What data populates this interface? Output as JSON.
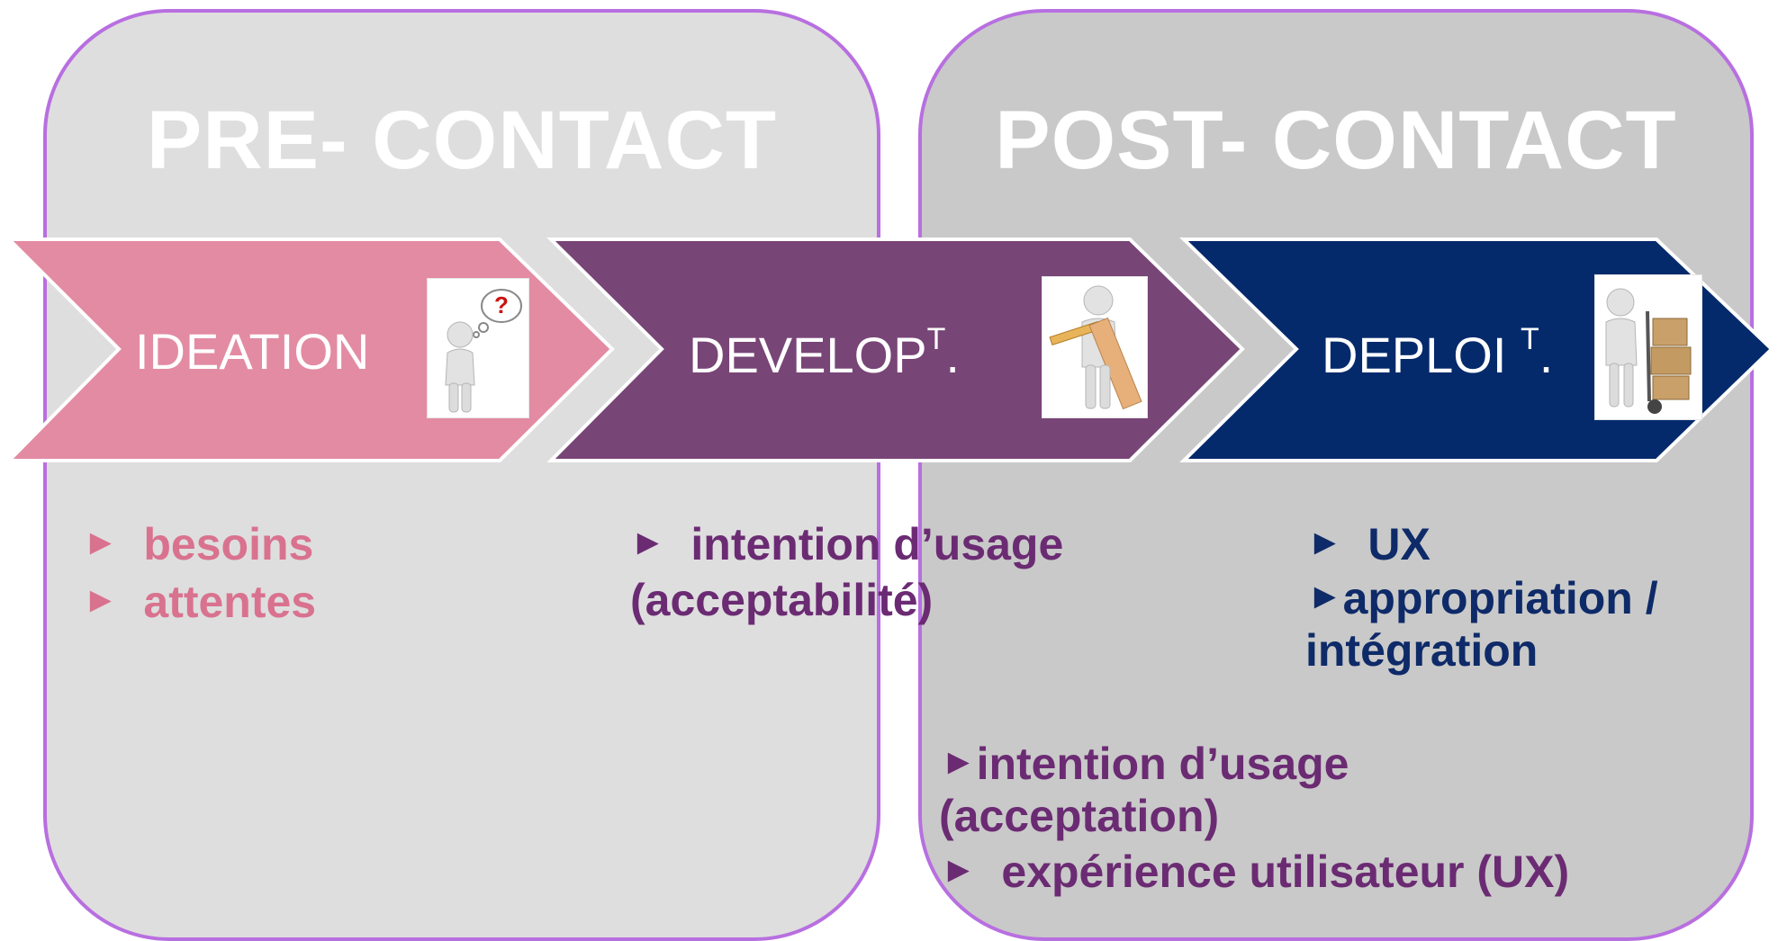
{
  "panels": {
    "pre": {
      "title": "PRE- CONTACT"
    },
    "post": {
      "title": "POST- CONTACT"
    }
  },
  "stages": [
    {
      "label": "IDEATION",
      "sup": "",
      "suffix": "",
      "color": "#e38ba3",
      "icon": "thinking-figure-question-icon"
    },
    {
      "label": "DEVELOP",
      "sup": "T",
      "suffix": ".",
      "color": "#784577",
      "icon": "figure-pencil-ruler-icon"
    },
    {
      "label": "DEPLOI ",
      "sup": "T",
      "suffix": ".",
      "color": "#042a6c",
      "icon": "figure-hand-truck-boxes-icon"
    }
  ],
  "bullet_symbol": "►",
  "notes": {
    "ideation": [
      "besoins",
      "attentes"
    ],
    "develop": {
      "line1": "intention d’usage",
      "line2": "(acceptabilité)"
    },
    "deploi": {
      "line1": "UX",
      "line2": "appropriation /",
      "line3": "intégration"
    },
    "post_contact": {
      "line1": "intention d’usage",
      "line2": "(acceptation)",
      "line3": "expérience utilisateur (UX)"
    }
  },
  "colors": {
    "panel_border": "#b86fe0",
    "pre_panel_bg": "#dedede",
    "post_panel_bg": "#c9c9c9",
    "pink_text": "#d9728f",
    "purple_text": "#6b2b73",
    "navy_text": "#0e2a68"
  }
}
